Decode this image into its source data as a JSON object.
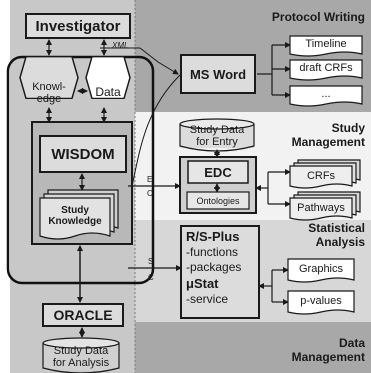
{
  "left": {
    "investigator": "Investigator",
    "xml": "XML",
    "knowledge": "Knowl-\nedge",
    "data": "Data",
    "wisdom": "WISDOM",
    "study_knowledge": "Study\nKnowledge",
    "oracle": "ORACLE",
    "study_data_analysis": "Study Data\nfor Analysis"
  },
  "protocol": {
    "title": "Protocol Writing",
    "ms_word": "MS Word",
    "outputs": [
      "Timeline",
      "draft CRFs",
      "..."
    ]
  },
  "management": {
    "title": "Study\nManagement",
    "study_data_entry": "Study Data\nfor Entry",
    "edc": "EDC",
    "ontologies": "Ontologies",
    "outputs": [
      "CRFs",
      "Pathways"
    ]
  },
  "statistics": {
    "title": "Statistical\nAnalysis",
    "rs_plus": "R/S-Plus",
    "functions": "-functions",
    "packages": "-packages",
    "mustat": "μStat",
    "service": "-service",
    "outputs": [
      "Graphics",
      "p-values"
    ]
  },
  "data_management": {
    "title": "Data\nManagement"
  },
  "connector_labels": {
    "e1": "E",
    "e2": "E",
    "c1": "C",
    "s1": "S",
    "c2": "C"
  },
  "colors": {
    "panel_gray": "#b4b4b4",
    "panel_dark": "#9a9a9a",
    "study_mgmt_bg": "#f2f2f2",
    "stat_bg": "#d7d7d7",
    "box_fill": "#d9d9d9",
    "line": "#1a1a1a"
  }
}
